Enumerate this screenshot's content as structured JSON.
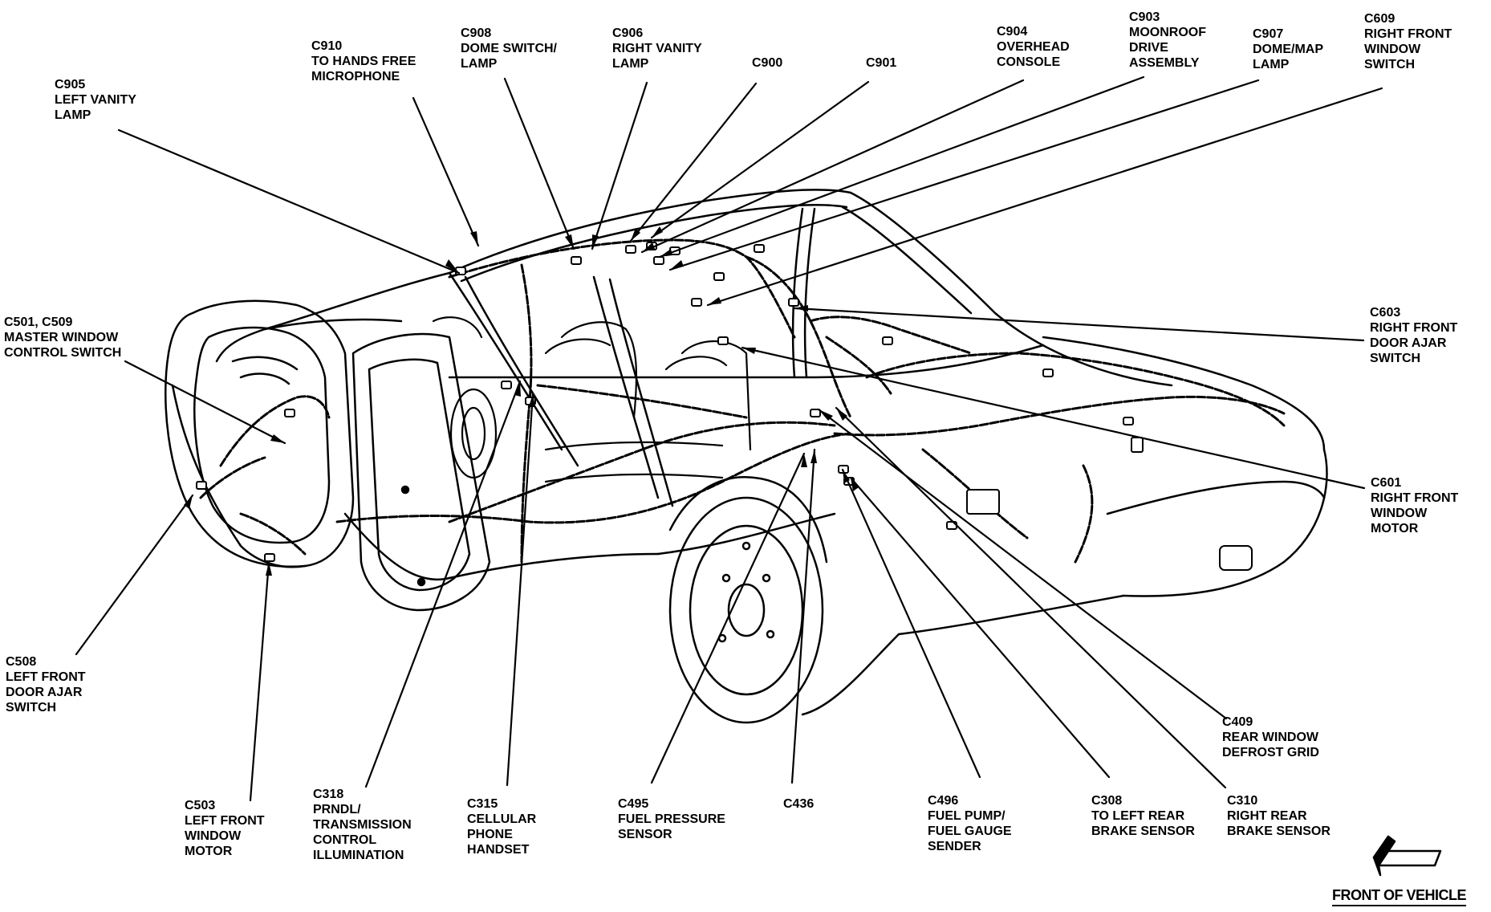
{
  "callouts": [
    {
      "id": "c905",
      "lines": [
        "C905",
        "LEFT VANITY",
        "LAMP"
      ]
    },
    {
      "id": "c910",
      "lines": [
        "C910",
        "TO HANDS FREE",
        "MICROPHONE"
      ]
    },
    {
      "id": "c908",
      "lines": [
        "C908",
        "DOME SWITCH/",
        "LAMP"
      ]
    },
    {
      "id": "c906",
      "lines": [
        "C906",
        "RIGHT VANITY",
        "LAMP"
      ]
    },
    {
      "id": "c900",
      "lines": [
        "C900"
      ]
    },
    {
      "id": "c901",
      "lines": [
        "C901"
      ]
    },
    {
      "id": "c904",
      "lines": [
        "C904",
        "OVERHEAD",
        "CONSOLE"
      ]
    },
    {
      "id": "c903",
      "lines": [
        "C903",
        "MOONROOF",
        "DRIVE",
        "ASSEMBLY"
      ]
    },
    {
      "id": "c907",
      "lines": [
        "C907",
        "DOME/MAP",
        "LAMP"
      ]
    },
    {
      "id": "c609",
      "lines": [
        "C609",
        "RIGHT FRONT",
        "WINDOW",
        "SWITCH"
      ]
    },
    {
      "id": "c501",
      "lines": [
        "C501, C509",
        "MASTER WINDOW",
        "CONTROL SWITCH"
      ]
    },
    {
      "id": "c603",
      "lines": [
        "C603",
        "RIGHT FRONT",
        "DOOR AJAR",
        "SWITCH"
      ]
    },
    {
      "id": "c601",
      "lines": [
        "C601",
        "RIGHT FRONT",
        "WINDOW",
        "MOTOR"
      ]
    },
    {
      "id": "c508",
      "lines": [
        "C508",
        "LEFT FRONT",
        "DOOR AJAR",
        "SWITCH"
      ]
    },
    {
      "id": "c409",
      "lines": [
        "C409",
        "REAR WINDOW",
        "DEFROST GRID"
      ]
    },
    {
      "id": "c503",
      "lines": [
        "C503",
        "LEFT FRONT",
        "WINDOW",
        "MOTOR"
      ]
    },
    {
      "id": "c318",
      "lines": [
        "C318",
        "PRNDL/",
        "TRANSMISSION",
        "CONTROL",
        "ILLUMINATION"
      ]
    },
    {
      "id": "c315",
      "lines": [
        "C315",
        "CELLULAR",
        "PHONE",
        "HANDSET"
      ]
    },
    {
      "id": "c495",
      "lines": [
        "C495",
        "FUEL PRESSURE",
        "SENSOR"
      ]
    },
    {
      "id": "c436",
      "lines": [
        "C436"
      ]
    },
    {
      "id": "c496",
      "lines": [
        "C496",
        "FUEL PUMP/",
        "FUEL GAUGE",
        "SENDER"
      ]
    },
    {
      "id": "c308",
      "lines": [
        "C308",
        "TO LEFT REAR",
        "BRAKE SENSOR"
      ]
    },
    {
      "id": "c310",
      "lines": [
        "C310",
        "RIGHT REAR",
        "BRAKE SENSOR"
      ]
    }
  ],
  "orientation": {
    "label": "FRONT OF VEHICLE",
    "icon": "arrow-icon"
  }
}
